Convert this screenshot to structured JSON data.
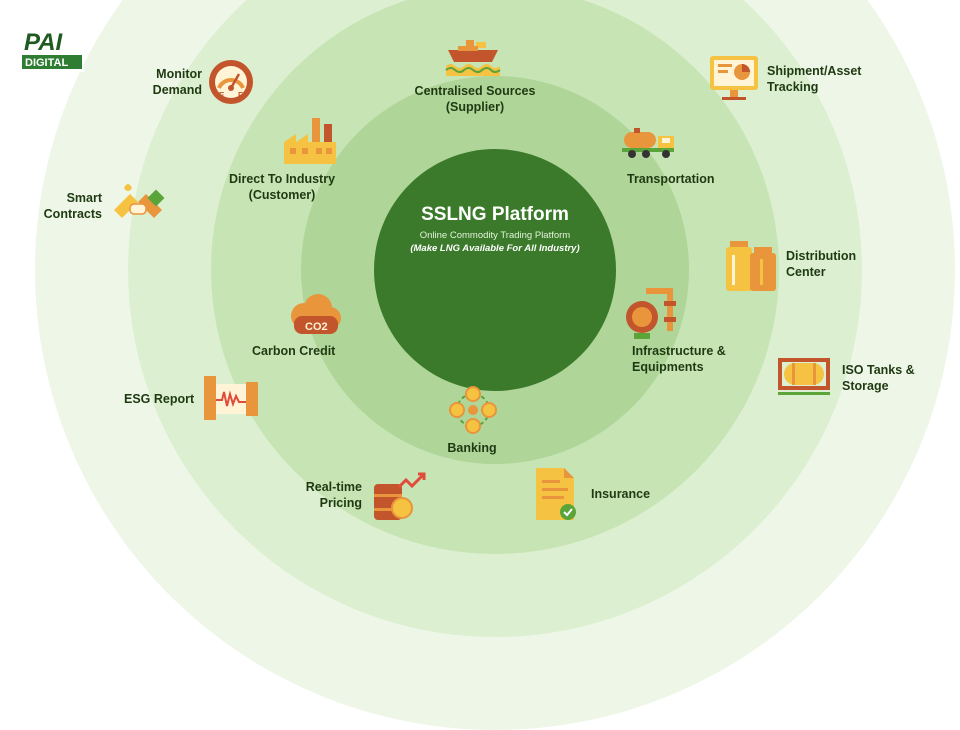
{
  "logo": {
    "line1": "PAI",
    "line2": "DIGITAL"
  },
  "center": {
    "title": "SSLNG Platform",
    "subtitle": "Online Commodity Trading Platform",
    "tagline": "(Make LNG Available For All Industry)"
  },
  "nodes": {
    "centralised_sources": [
      "Centralised Sources",
      "(Supplier)"
    ],
    "shipment_tracking": [
      "Shipment/Asset",
      "Tracking"
    ],
    "transportation": [
      "Transportation"
    ],
    "distribution_center": [
      "Distribution",
      "Center"
    ],
    "infrastructure": [
      "Infrastructure &",
      "Equipments"
    ],
    "iso_tanks": [
      "ISO Tanks &",
      "Storage"
    ],
    "banking": [
      "Banking"
    ],
    "insurance": [
      "Insurance"
    ],
    "realtime_pricing": [
      "Real-time",
      "Pricing"
    ],
    "esg_report": [
      "ESG Report"
    ],
    "carbon_credit": [
      "Carbon Credit"
    ],
    "smart_contracts": [
      "Smart",
      "Contracts"
    ],
    "direct_to_industry": [
      "Direct To Industry",
      "(Customer)"
    ],
    "monitor_demand": [
      "Monitor",
      "Demand"
    ]
  },
  "icons": {
    "co2_text": "CO2",
    "gauge_e": "E",
    "gauge_f": "F"
  },
  "colors": {
    "ring_outer": "#eef7e7",
    "ring_2": "#dcefd0",
    "ring_3": "#c7e4b4",
    "ring_4": "#afd598",
    "core": "#3a7a2a",
    "label": "#1f3a12",
    "icon_orange": "#e9953c",
    "icon_yellow": "#f5c242",
    "icon_green": "#5aa43a"
  }
}
